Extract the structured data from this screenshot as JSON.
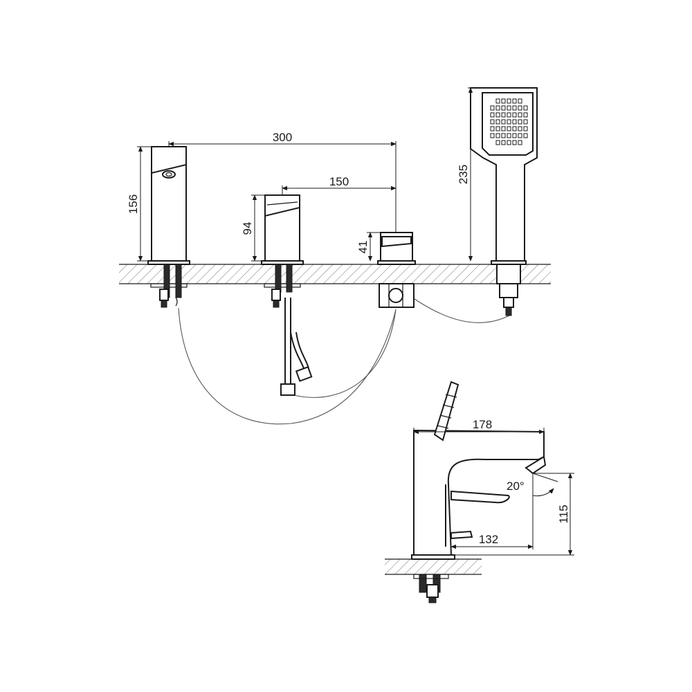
{
  "dimensions": {
    "spout_to_handshower_spacing": "300",
    "mixer_to_handshower_spacing": "150",
    "spout_height": "156",
    "mixer_height": "94",
    "diverter_height": "41",
    "handshower_height": "235",
    "spout_length": "178",
    "spout_projection": "132",
    "spout_outlet_height": "115",
    "spout_angle": "20°"
  },
  "colors": {
    "line": "#1a1a1a",
    "hatch": "#888888",
    "hose": "#555555",
    "background": "#ffffff"
  }
}
